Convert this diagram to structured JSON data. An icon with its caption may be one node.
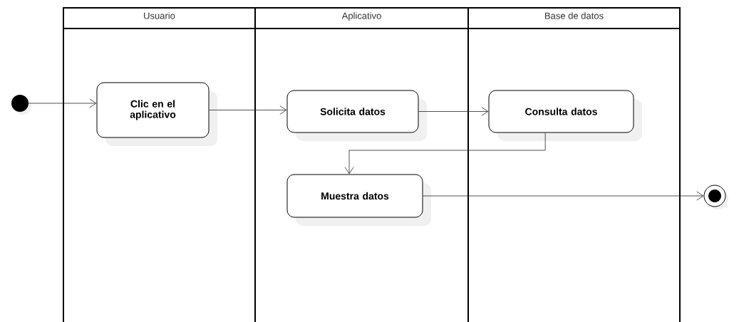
{
  "diagram": {
    "nodes": [
      {
        "text": [
          "Usuario"
        ]
      },
      {
        "text": [
          "Aplicativo"
        ]
      },
      {
        "text": [
          "Base de datos"
        ]
      },
      {
        "text": [],
        "shape": "circle"
      },
      {
        "text": [
          "Clic en el aplicativo"
        ],
        "in": 0
      },
      {
        "text": [
          "Solicita datos"
        ],
        "in": 1
      },
      {
        "text": [
          "Consulta datos"
        ],
        "in": 2
      },
      {
        "text": [
          "Muestra datos"
        ],
        "in": 1
      },
      {
        "text": [],
        "shape": "bullseye"
      }
    ],
    "edges": [
      {
        "from": 3,
        "to": 4,
        "arrow": "to"
      },
      {
        "from": 4,
        "to": 5,
        "arrow": "to"
      },
      {
        "from": 5,
        "to": 6,
        "arrow": "to"
      },
      {
        "from": 6,
        "to": 7,
        "arrow": "to"
      },
      {
        "from": 7,
        "to": 8,
        "arrow": "to"
      }
    ]
  }
}
